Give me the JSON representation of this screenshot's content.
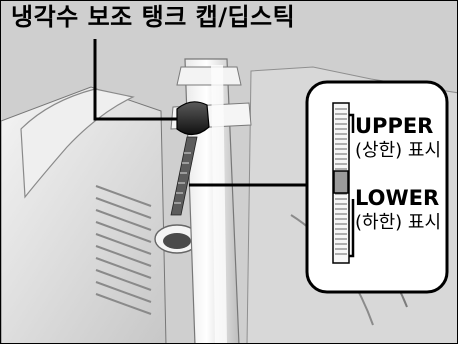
{
  "title": "냉각수 보조 탱크 캡/딥스틱",
  "labels": {
    "upper_en": "UPPER",
    "upper_ko": "(상한) 표시",
    "lower_en": "LOWER",
    "lower_ko": "(하한) 표시"
  },
  "colors": {
    "background": "#cfcfcf",
    "highlight": "#f2f2f2",
    "line": "#000000",
    "callout_box": "#ffffff"
  }
}
